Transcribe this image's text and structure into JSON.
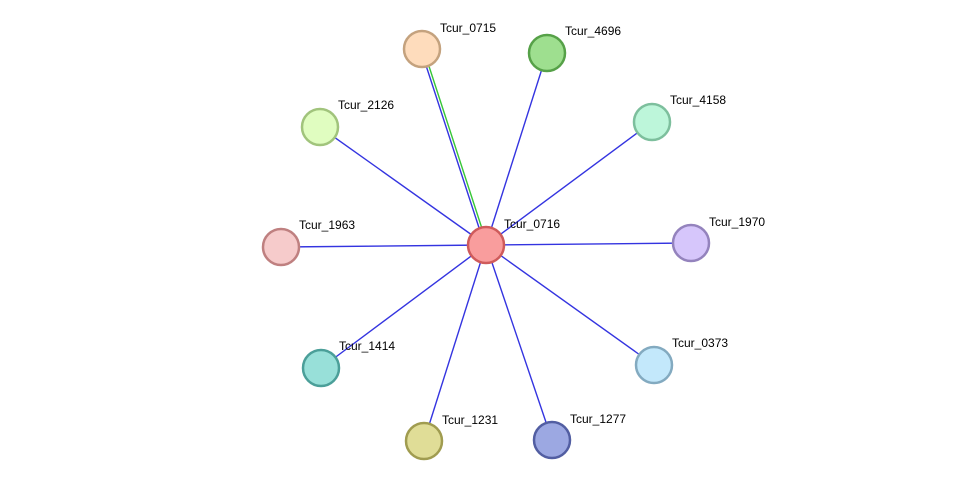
{
  "graph": {
    "center": "Tcur_0716",
    "nodes": [
      {
        "id": "Tcur_0716",
        "label": "Tcur_0716",
        "fill": "#f99d9d",
        "stroke": "#cf5b5b"
      },
      {
        "id": "Tcur_0715",
        "label": "Tcur_0715",
        "fill": "#fedcbc",
        "stroke": "#c4a27e"
      },
      {
        "id": "Tcur_4696",
        "label": "Tcur_4696",
        "fill": "#9edf8f",
        "stroke": "#56a148"
      },
      {
        "id": "Tcur_4158",
        "label": "Tcur_4158",
        "fill": "#bdf6da",
        "stroke": "#7dbf9d"
      },
      {
        "id": "Tcur_2126",
        "label": "Tcur_2126",
        "fill": "#e0fdc0",
        "stroke": "#a1c47c"
      },
      {
        "id": "Tcur_1963",
        "label": "Tcur_1963",
        "fill": "#f6cbcb",
        "stroke": "#bf8080"
      },
      {
        "id": "Tcur_1970",
        "label": "Tcur_1970",
        "fill": "#d6c6fb",
        "stroke": "#9483bd"
      },
      {
        "id": "Tcur_1414",
        "label": "Tcur_1414",
        "fill": "#98e0d9",
        "stroke": "#4b9f99"
      },
      {
        "id": "Tcur_0373",
        "label": "Tcur_0373",
        "fill": "#c3e8fb",
        "stroke": "#83aac0"
      },
      {
        "id": "Tcur_1231",
        "label": "Tcur_1231",
        "fill": "#e0dd97",
        "stroke": "#a09c50"
      },
      {
        "id": "Tcur_1277",
        "label": "Tcur_1277",
        "fill": "#9ca8e2",
        "stroke": "#525ea2"
      }
    ],
    "edges": [
      {
        "source": "Tcur_0716",
        "target": "Tcur_0715",
        "colors": [
          "#3434e0",
          "#37c637"
        ]
      },
      {
        "source": "Tcur_0716",
        "target": "Tcur_4696",
        "colors": [
          "#3434e0"
        ]
      },
      {
        "source": "Tcur_0716",
        "target": "Tcur_4158",
        "colors": [
          "#3434e0"
        ]
      },
      {
        "source": "Tcur_0716",
        "target": "Tcur_2126",
        "colors": [
          "#3434e0"
        ]
      },
      {
        "source": "Tcur_0716",
        "target": "Tcur_1963",
        "colors": [
          "#3434e0"
        ]
      },
      {
        "source": "Tcur_0716",
        "target": "Tcur_1970",
        "colors": [
          "#3434e0"
        ]
      },
      {
        "source": "Tcur_0716",
        "target": "Tcur_1414",
        "colors": [
          "#3434e0"
        ]
      },
      {
        "source": "Tcur_0716",
        "target": "Tcur_0373",
        "colors": [
          "#3434e0"
        ]
      },
      {
        "source": "Tcur_0716",
        "target": "Tcur_1231",
        "colors": [
          "#3434e0"
        ]
      },
      {
        "source": "Tcur_0716",
        "target": "Tcur_1277",
        "colors": [
          "#3434e0"
        ]
      }
    ]
  }
}
